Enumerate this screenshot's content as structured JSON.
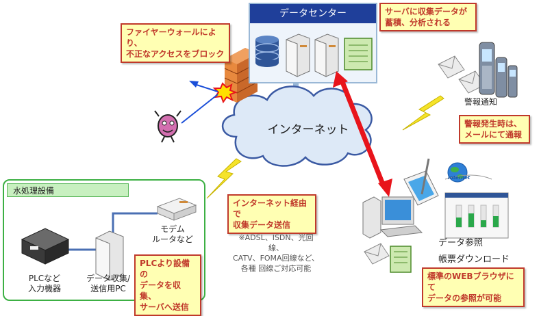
{
  "datacenter": {
    "title": "データセンター"
  },
  "internet": {
    "label": "インターネット"
  },
  "notes": {
    "server": [
      "サーバに収集データが",
      "蓄積、分析される"
    ],
    "firewall": [
      "ファイヤーウォールにより、",
      "不正なアクセスをブロック"
    ],
    "alarm": [
      "警報発生時は、",
      "メールにて通報"
    ],
    "via_internet": [
      "インターネット経由で",
      "収集データ送信"
    ],
    "plc": [
      "PLCより設備の",
      "データを収集、",
      "サーバへ送信"
    ],
    "web": [
      "標準のWEBブラウザにて",
      "データの参照が可能"
    ]
  },
  "labels": {
    "alarm_notify": "警報通知",
    "modem": [
      "モデム",
      "ルータなど"
    ],
    "plc_device": [
      "PLCなど",
      "入力機器"
    ],
    "collect_pc": [
      "データ収集/",
      "送信用PC"
    ],
    "data_view": "データ参照",
    "report_dl": "帳票ダウンロード",
    "lines": [
      "※ADSL、ISDN、光回線、",
      "CATV、FOMA回線など、",
      "各種 回線ご対応可能"
    ],
    "internet_badge": "Internet"
  },
  "plant": {
    "title": "水処理設備"
  },
  "colors": {
    "accent": "#c0392b",
    "datacenter": "#1f3f9a",
    "plant": "#3cb043",
    "arrow": "#e8141b"
  }
}
